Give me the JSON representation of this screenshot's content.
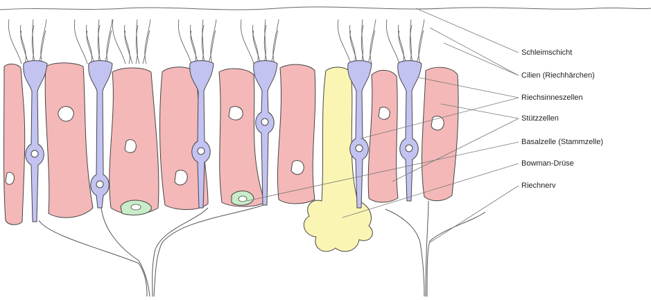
{
  "labels": {
    "mucus_layer": "Schleimschicht",
    "cilia": "Cilien (Riechhärchen)",
    "receptor_cells": "Riechsinneszellen",
    "supporting_cells": "Stützzellen",
    "basal_cell": "Basalzelle (Stammzelle)",
    "bowman_gland": "Bowman-Drüse",
    "olfactory_nerve": "Riechnerv"
  },
  "colors": {
    "supporting_cell": "#f4b8b8",
    "receptor_cell": "#c3c3f2",
    "basal_cell": "#c9ecc9",
    "bowman_gland": "#fbf5b4",
    "outline": "#444444",
    "leader_line": "#777777"
  }
}
